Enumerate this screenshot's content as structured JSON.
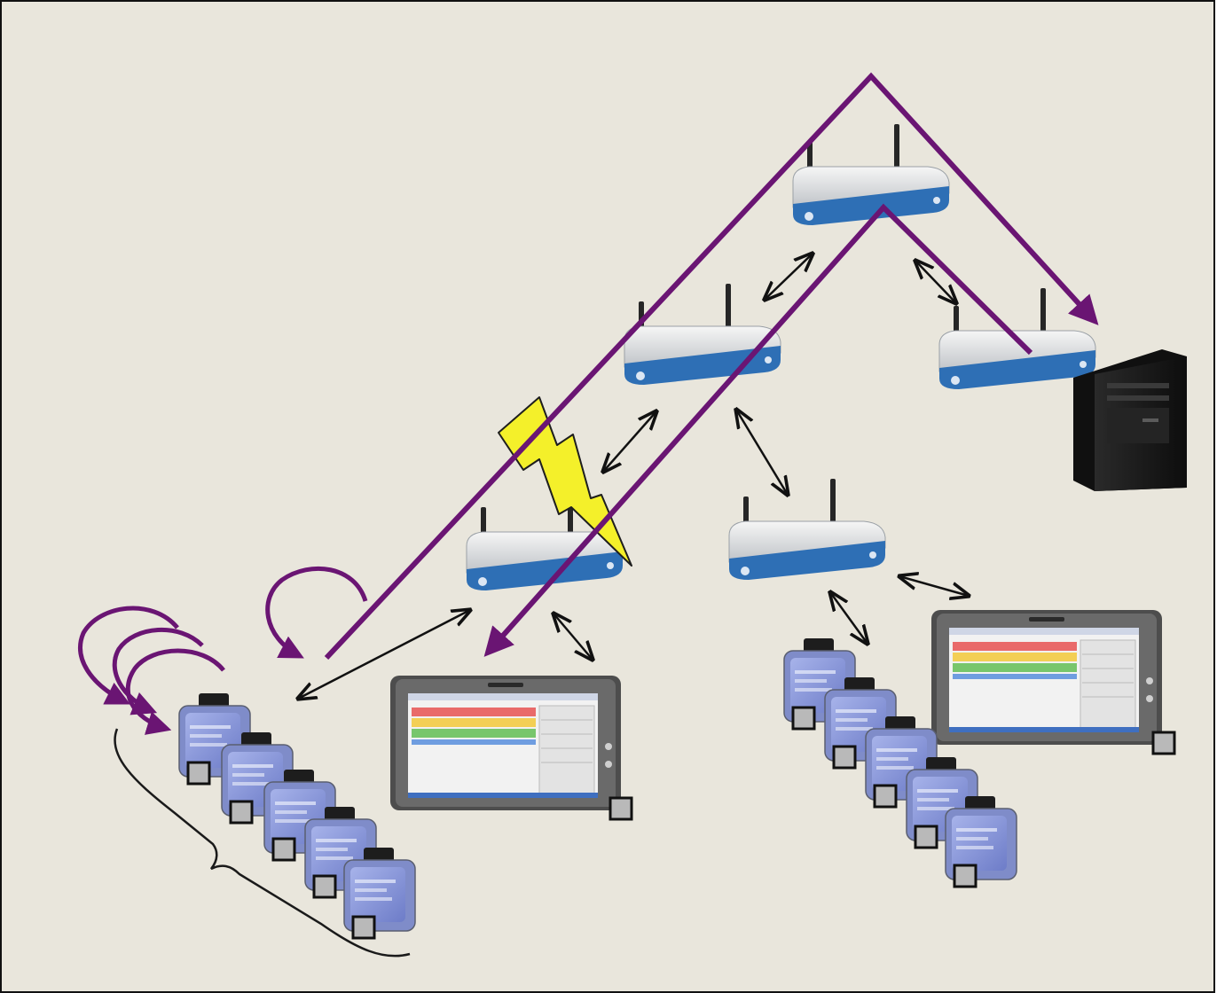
{
  "diagram": {
    "background": "#e9e6dc",
    "colors": {
      "path": "#6a1573",
      "link": "#111111",
      "interference": "#f4f02a",
      "router_band": "#2e6fb5",
      "server": "#161616",
      "tablet_frame": "#4a4a4a",
      "device_screen": "#8d9ad6"
    },
    "nodes": {
      "routers": [
        "router-top",
        "router-middle",
        "router-left",
        "router-right",
        "router-lower"
      ],
      "server": "server-icon",
      "tablets": [
        "tablet-left",
        "tablet-right"
      ],
      "device_groups": [
        "device-group-left",
        "device-group-right"
      ],
      "interference": "lightning-icon"
    }
  }
}
